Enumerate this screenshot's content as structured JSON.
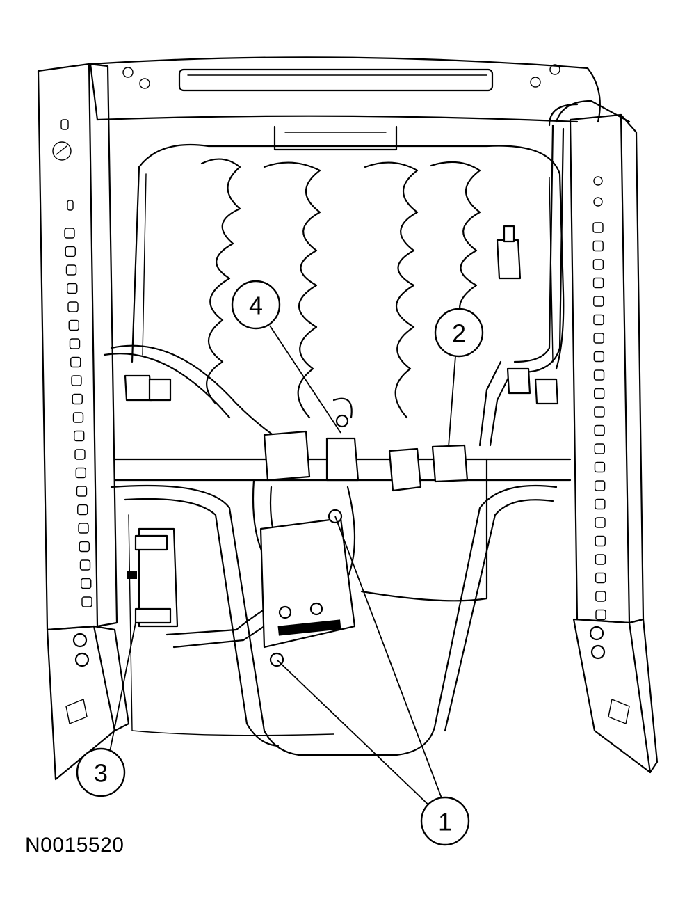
{
  "figure": {
    "id": "N0015520"
  },
  "callouts": [
    {
      "label": "1"
    },
    {
      "label": "2"
    },
    {
      "label": "3"
    },
    {
      "label": "4"
    }
  ]
}
